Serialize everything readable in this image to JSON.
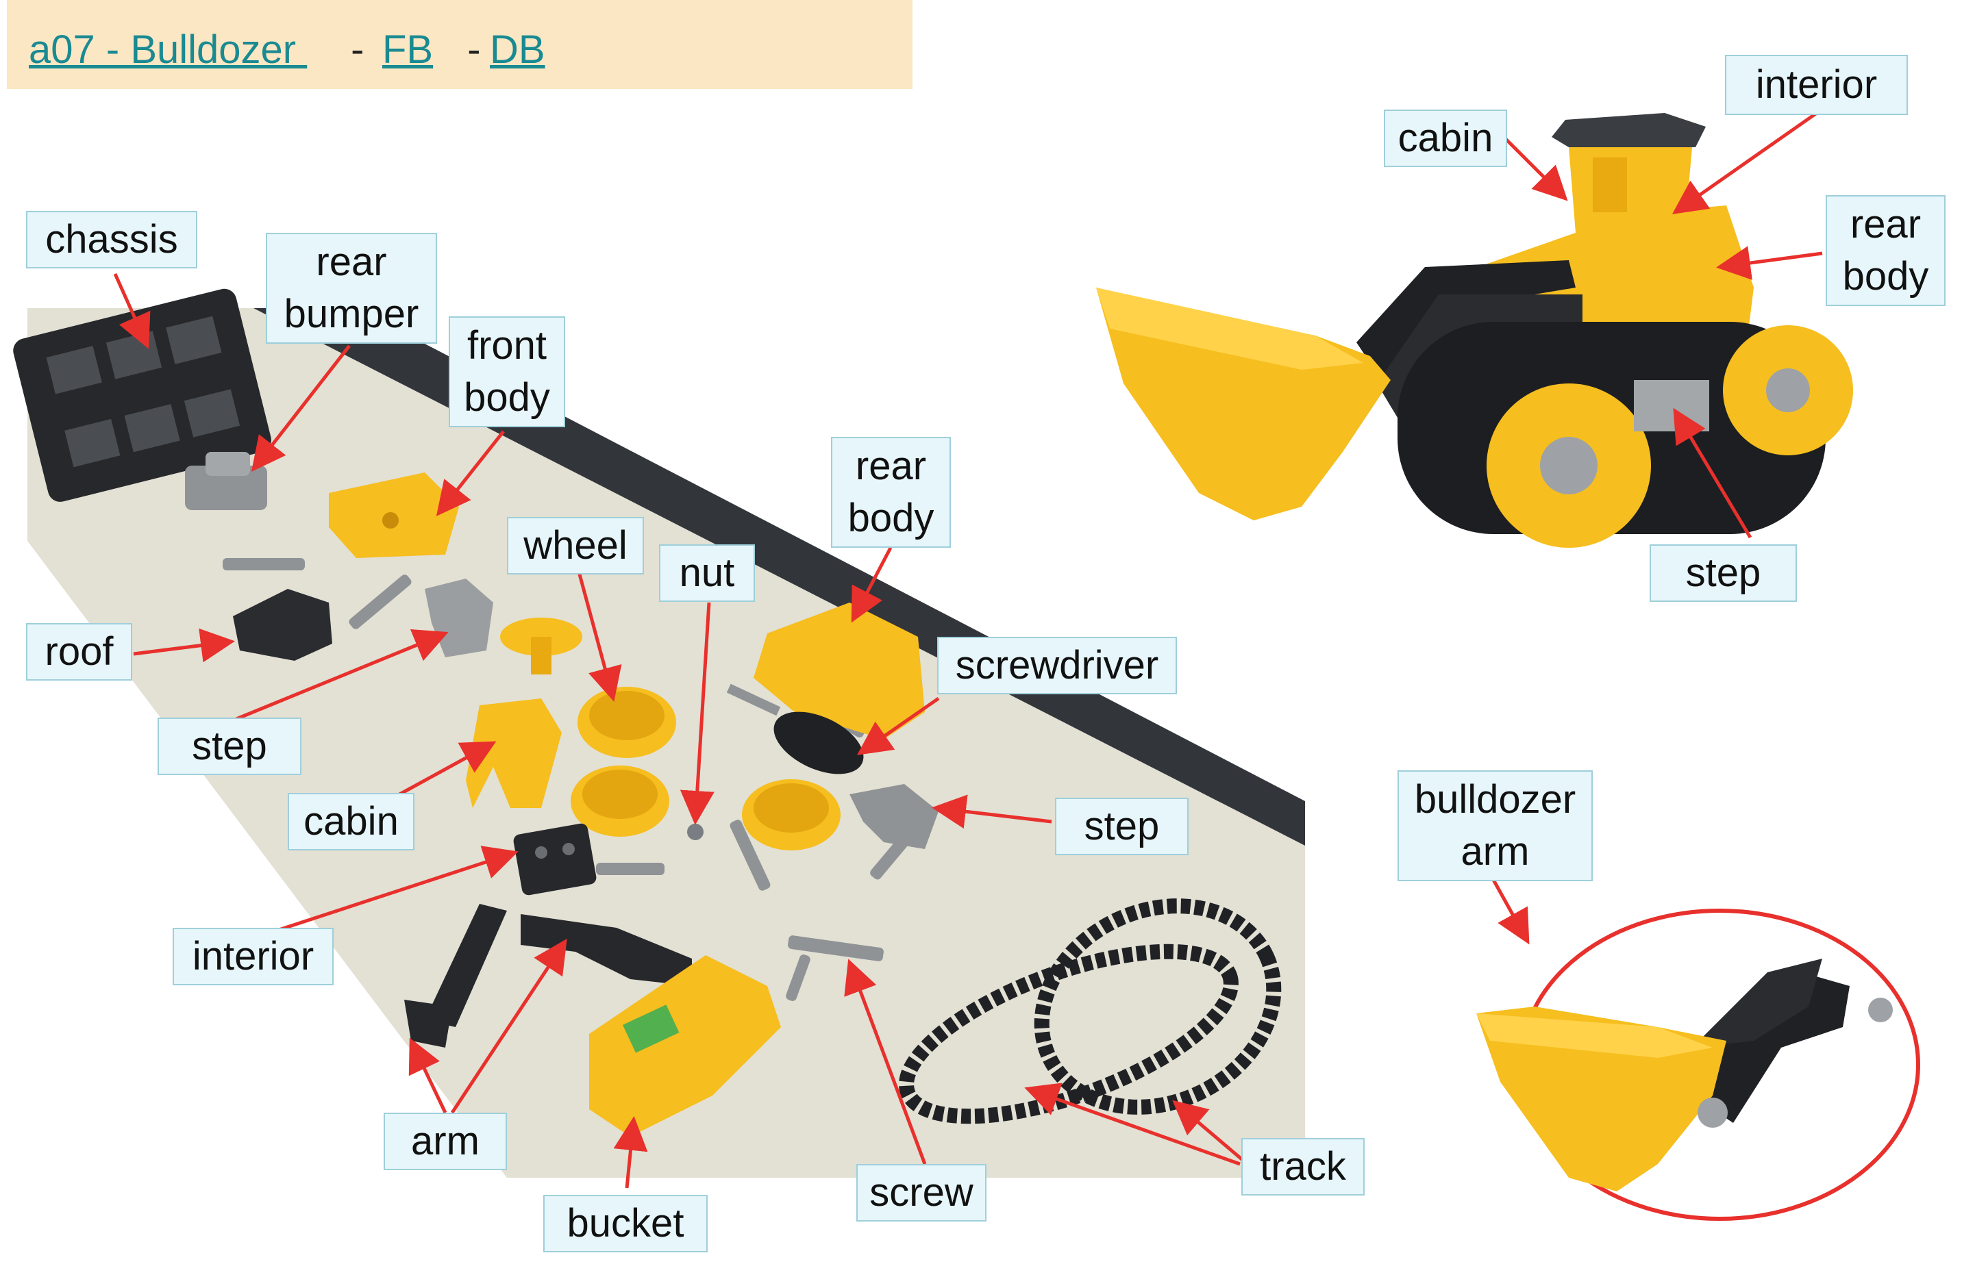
{
  "header": {
    "title_link": "a07 - Bulldozer ",
    "sep1": " - ",
    "fb_link": "FB",
    "sep2": "  - ",
    "db_link": "DB"
  },
  "parts_photo_labels": {
    "chassis": "chassis",
    "rear_bumper": "rear\nbumper",
    "front_body": "front\nbody",
    "rear_body": "rear\nbody",
    "wheel": "wheel",
    "nut": "nut",
    "roof": "roof",
    "step_left": "step",
    "screwdriver": "screwdriver",
    "cabin": "cabin",
    "step_right": "step",
    "interior": "interior",
    "arm": "arm",
    "bucket": "bucket",
    "screw": "screw",
    "track": "track"
  },
  "assembled_labels": {
    "cabin": "cabin",
    "interior": "interior",
    "rear_body": "rear\nbody",
    "step": "step"
  },
  "arm_detail_label": "bulldozer\narm",
  "colors": {
    "header_bg": "#fbe7c3",
    "link": "#1a8a92",
    "label_bg": "#e6f6fa",
    "label_border": "#9fcfdb",
    "arrow": "#e8302c",
    "part_yellow": "#f6be1e",
    "part_black": "#26282b",
    "part_gray": "#8f9396"
  }
}
